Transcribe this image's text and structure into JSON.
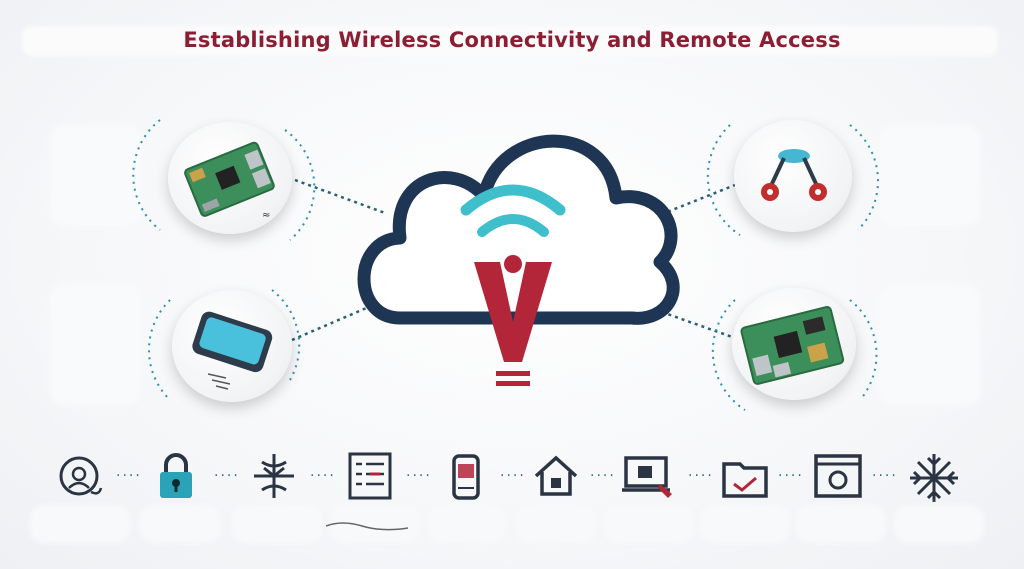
{
  "title": "Establishing Wireless Connectivity and Remote Access",
  "colors": {
    "title": "#8c1d33",
    "cloud_outline": "#1e3553",
    "wifi": "#3fbfcc",
    "brand_red": "#b3263a",
    "icon_stroke": "#2b3442",
    "lock": "#2aa2b8",
    "connector": "#2a5f78"
  },
  "devices": [
    {
      "name": "raspberry-pi-board",
      "icon": "circuit-board-icon"
    },
    {
      "name": "handheld-tablet",
      "icon": "tablet-icon"
    },
    {
      "name": "network-topology",
      "icon": "network-node-icon"
    },
    {
      "name": "raspberry-pi-board-right",
      "icon": "circuit-board-icon"
    }
  ],
  "bottom_icons": [
    "globe-person-icon",
    "lock-icon",
    "antenna-icon",
    "checklist-icon",
    "mobile-device-icon",
    "home-icon",
    "laptop-icon",
    "folder-check-icon",
    "camera-frame-icon",
    "snowflake-icon"
  ]
}
